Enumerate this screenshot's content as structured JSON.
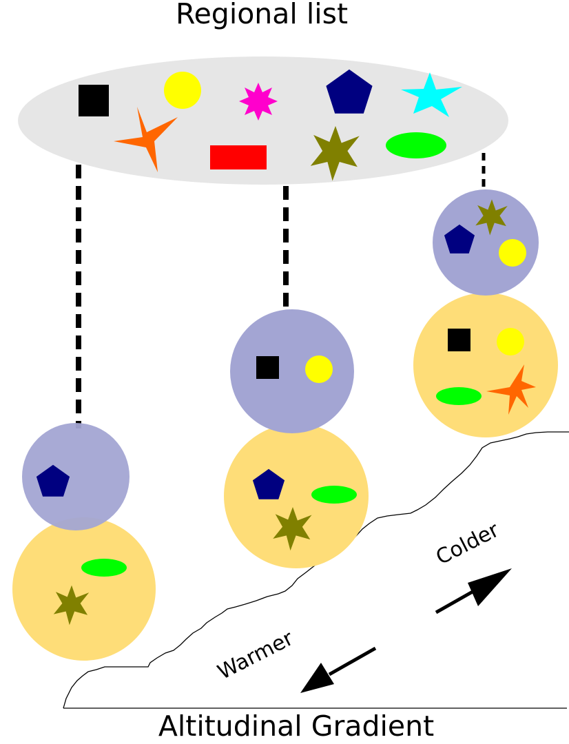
{
  "titles": {
    "top": "Regional list",
    "bottom": "Altitudinal Gradient"
  },
  "labels": {
    "colder": "Colder",
    "warmer": "Warmer"
  },
  "colors": {
    "regional_pool": "#e6e6e6",
    "upper_circle": "#a3a5d3",
    "lower_circle": "#fedd78",
    "black_square": "#000000",
    "yellow_circle": "#ffff00",
    "magenta_shape": "#ff00cc",
    "navy_pentagon": "#000080",
    "cyan_star": "#00ffff",
    "orange_star": "#ff6600",
    "red_rectangle": "#ff0000",
    "olive_star": "#808000",
    "green_ellipse": "#00ff00",
    "dashed_line": "#000000",
    "arrow": "#000000"
  }
}
